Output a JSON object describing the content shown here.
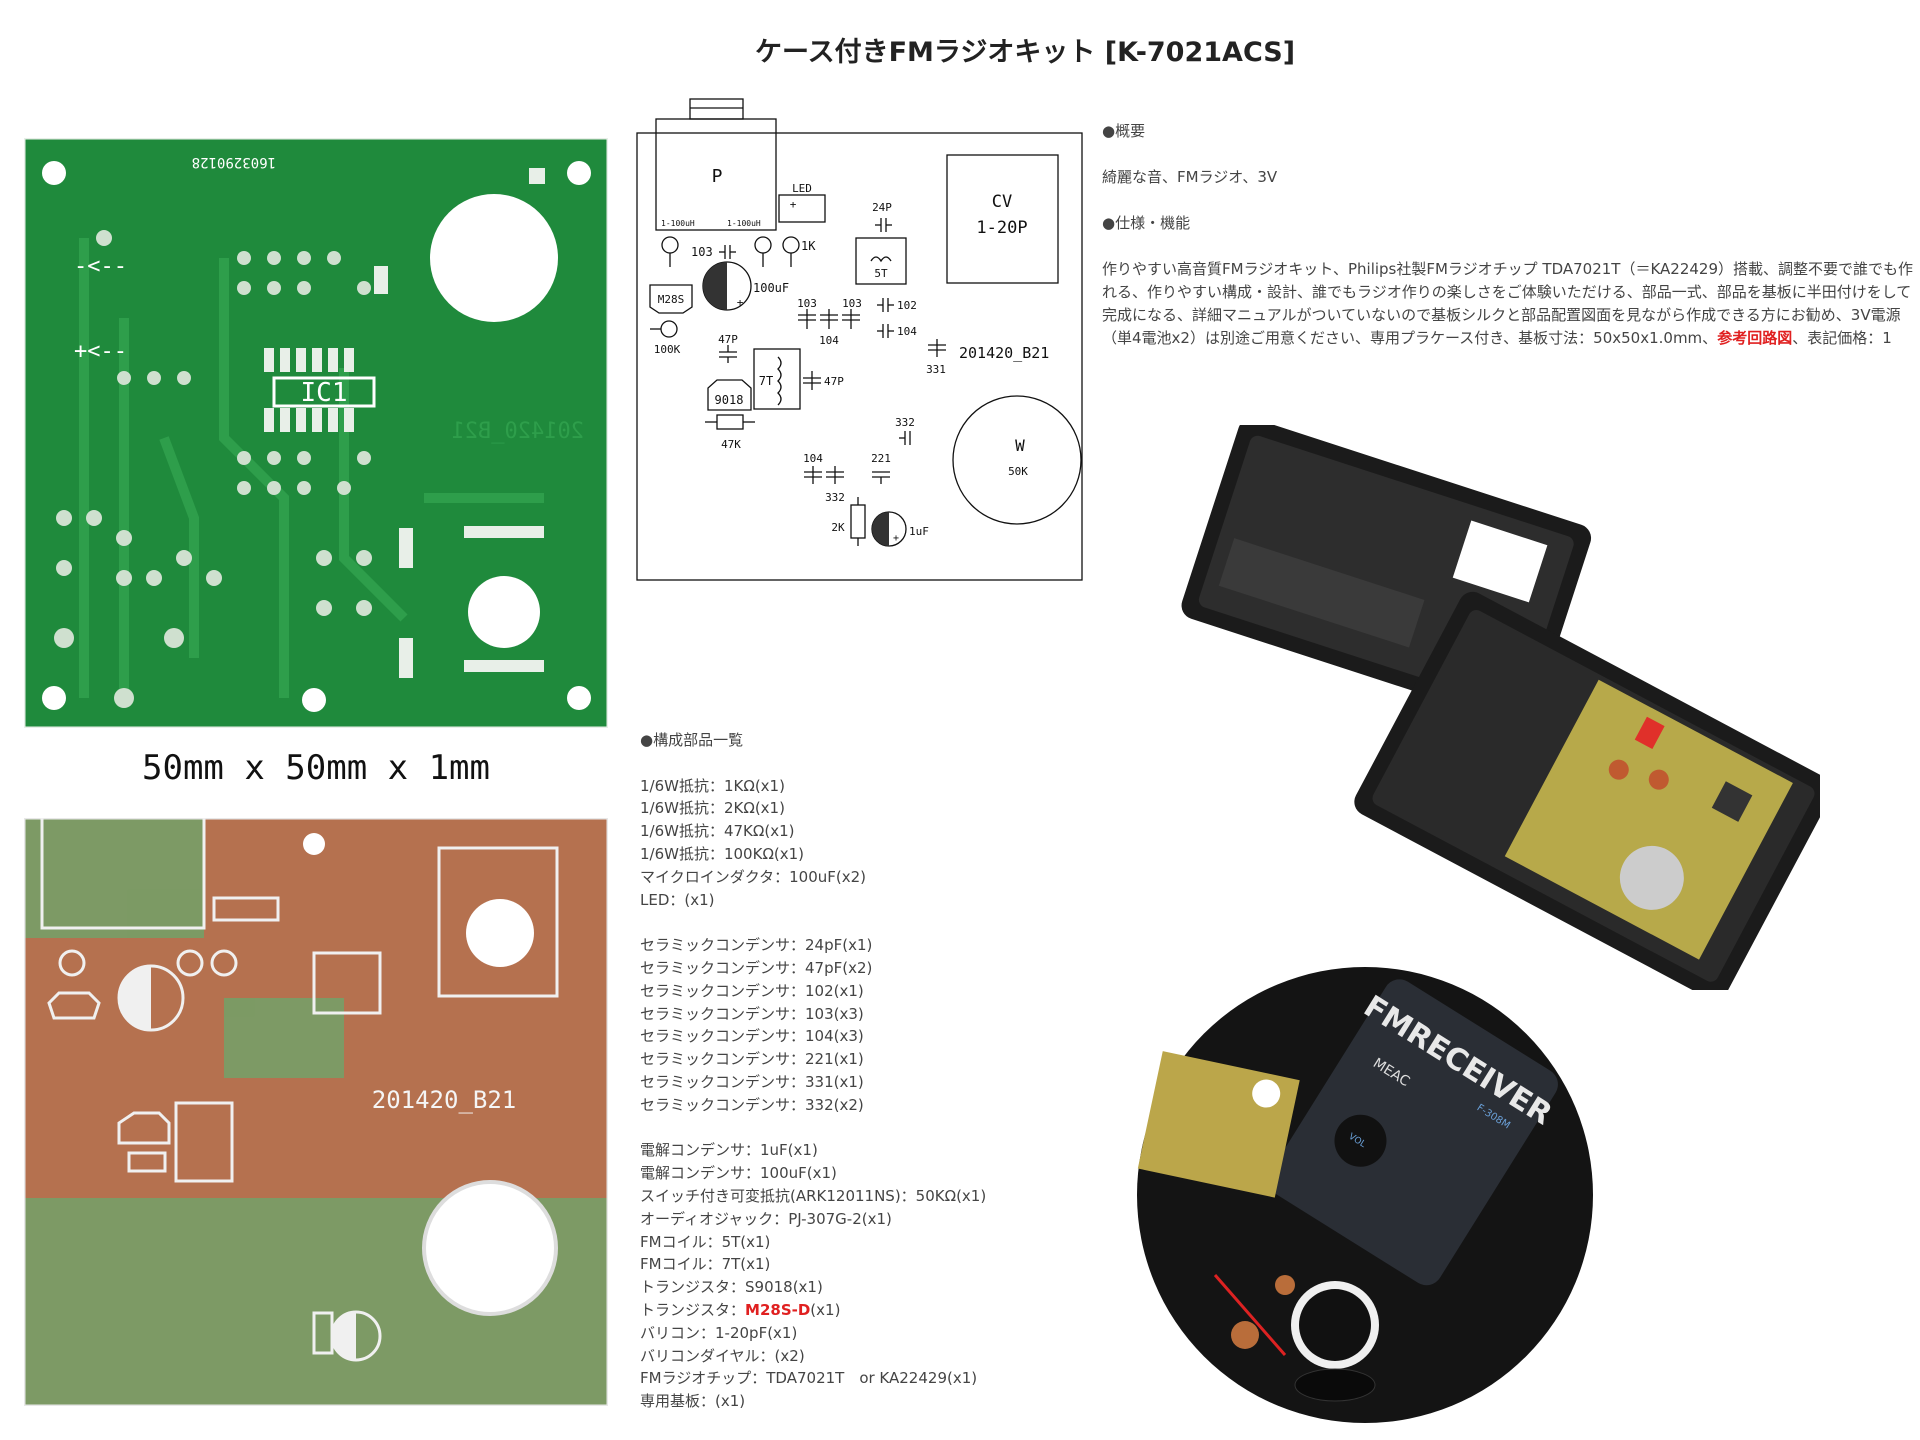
{
  "title": "ケース付きFMラジオキット [K-7021ACS]",
  "pcb": {
    "serial": "1603290128",
    "minus_label": "-<--",
    "plus_label": "+<--",
    "ic_label": "IC1",
    "board_code": "201420_B21",
    "size_label": "50mm x 50mm x  1mm"
  },
  "schematic": {
    "jack": "P",
    "inductor_left": "1-100uH",
    "inductor_right": "1-100uH",
    "led": "LED",
    "plus": "+",
    "c103a": "103",
    "r1k": "1K",
    "c100uf": "100uF",
    "m28s": "M28S",
    "r100k": "100K",
    "c47p_a": "47P",
    "coil7t": "7T",
    "c47p_b": "47P",
    "t9018": "9018",
    "r47k": "47K",
    "c103b": "103",
    "c103c": "103",
    "c104a": "104",
    "c24p": "24P",
    "coil5t": "5T",
    "c102": "102",
    "c104b": "104",
    "cv_line1": "CV",
    "cv_line2": "1-20P",
    "c331": "331",
    "board_code": "201420_B21",
    "vol_w": "W",
    "vol_50k": "50K",
    "c332a": "332",
    "c104c": "104",
    "c332b": "332",
    "c221": "221",
    "r2k": "2K",
    "c1uf": "1uF"
  },
  "description": {
    "overview_heading": "●概要",
    "overview_text": "綺麗な音、FMラジオ、3V",
    "spec_heading": "●仕様・機能",
    "spec_text": "作りやすい高音質FMラジオキット、Philips社製FMラジオチップ TDA7021T（＝KA22429）搭載、調整不要で誰でも作れる、作りやすい構成・設計、誰でもラジオ作りの楽しさをご体験いただける、部品一式、部品を基板に半田付けをして完成になる、詳細マニュアルがついていないので基板シルクと部品配置図面を見ながら作成できる方にお勧め、3V電源（単4電池x2）は別途ご用意ください、専用プラケース付き、基板寸法：50x50x1.0mm、",
    "schematic_link": "参考回路図",
    "spec_tail": "、表記価格：1"
  },
  "parts": {
    "heading": "●構成部品一覧",
    "group1": [
      "1/6W抵抗：1KΩ(x1)",
      "1/6W抵抗：2KΩ(x1)",
      "1/6W抵抗：47KΩ(x1)",
      "1/6W抵抗：100KΩ(x1)",
      "マイクロインダクタ：100uF(x2)",
      "LED：(x1)"
    ],
    "group2": [
      "セラミックコンデンサ：24pF(x1)",
      "セラミックコンデンサ：47pF(x2)",
      "セラミックコンデンサ：102(x1)",
      "セラミックコンデンサ：103(x3)",
      "セラミックコンデンサ：104(x3)",
      "セラミックコンデンサ：221(x1)",
      "セラミックコンデンサ：331(x1)",
      "セラミックコンデンサ：332(x2)"
    ],
    "group3": [
      "電解コンデンサ：1uF(x1)",
      "電解コンデンサ：100uF(x1)",
      "スイッチ付き可変抵抗(ARK12011NS)：50KΩ(x1)",
      "オーディオジャック：PJ-307G-2(x1)",
      "FMコイル：5T(x1)",
      "FMコイル：7T(x1)",
      "トランジスタ：S9018(x1)"
    ],
    "m28s_prefix": "トランジスタ：",
    "m28s_link": "M28S-D",
    "m28s_suffix": "(x1)",
    "group4": [
      "バリコン：1-20pF(x1)",
      "バリコンダイヤル：(x2)",
      "FMラジオチップ：TDA7021T　or KA22429(x1)",
      "専用基板：(x1)"
    ]
  },
  "photos": {
    "receiver_brand": "FMRECEIVER",
    "receiver_model": "F-308M",
    "maker": "MEAC",
    "vol": "VOL"
  },
  "colors": {
    "link_red": "#e02020",
    "pcb_green": "#1f8a3c",
    "pcb_brown": "#b5714f"
  }
}
